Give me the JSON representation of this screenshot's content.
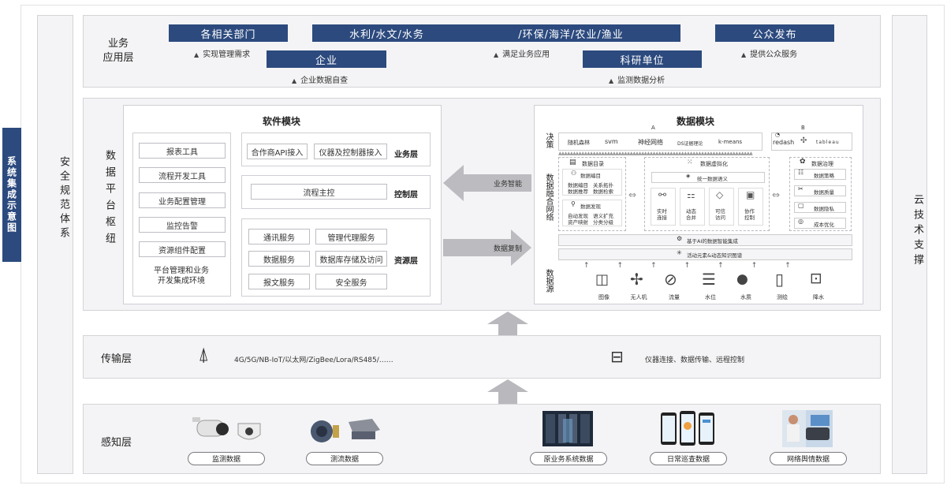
{
  "side_label": "系统集成示意图",
  "left_col": "安全规范体系",
  "right_col": "云技术支撑",
  "business": {
    "title_l1": "业务",
    "title_l2": "应用层",
    "boxes": [
      "各相关部门",
      "水利/水文/水务",
      "/环保/海洋/农业/渔业",
      "公众发布",
      "企业",
      "科研单位"
    ],
    "notes": [
      "实现管理需求",
      "满足业务应用",
      "提供公众服务",
      "企业数据自查",
      "监测数据分析"
    ]
  },
  "platform": {
    "title": "数据平台枢纽",
    "software": {
      "title": "软件模块",
      "tools": [
        "报表工具",
        "流程开发工具",
        "业务配置管理",
        "监控告警",
        "资源组件配置"
      ],
      "tools_footer_l1": "平台管理和业务",
      "tools_footer_l2": "开发集成环境",
      "business_layer": {
        "label": "业务层",
        "items": [
          "合作商API接入",
          "仪器及控制器接入"
        ]
      },
      "control_layer": {
        "label": "控制层",
        "items": [
          "流程主控"
        ]
      },
      "resource_layer": {
        "label": "资源层",
        "items": [
          "通讯服务",
          "管理代理服务",
          "数据服务",
          "数据库存储及访问",
          "报文服务",
          "安全服务"
        ]
      }
    },
    "arrows": {
      "left": "业务智能",
      "right": "数据复制"
    },
    "data": {
      "title": "数据模块",
      "label_a": "A",
      "label_b": "B",
      "decision": "决策",
      "algos": [
        "随机森林",
        "svm",
        "神经网络",
        "DS证据理论",
        "k-means"
      ],
      "tools_b": [
        "redash",
        "tableau"
      ],
      "fusion": "数据融合网络",
      "catalog": {
        "title": "数据目录",
        "sub1": "数据编目",
        "sub1_items": [
          "数据编目",
          "关系拓扑",
          "数据推荐",
          "数据检索"
        ],
        "sub2": "数据发现",
        "sub2_items": [
          "自动发现",
          "语义扩充",
          "资产映射",
          "分类分级"
        ]
      },
      "virtual": {
        "title": "数据虚拟化",
        "semantic": "统一数据语义",
        "items": [
          "实时连接",
          "动态合并",
          "可信访问",
          "协作控制"
        ]
      },
      "governance": {
        "title": "数据治理",
        "items": [
          "数据策略",
          "数据质量",
          "数据隐私",
          "成本优化"
        ]
      },
      "bar1": "基于AI的数据智能集成",
      "bar2": "活动元素&动态知识图谱",
      "source": "数据源",
      "sources": [
        "图像",
        "无人机",
        "流量",
        "水位",
        "水质",
        "测绘",
        "降水"
      ]
    }
  },
  "transport": {
    "title": "传输层",
    "protocols": "4G/5G/NB-IoT/以太网/ZigBee/Lora/RS485/……",
    "desc": "仪器连接、数据传输、远程控制"
  },
  "sense": {
    "title": "感知层",
    "pills": [
      "监测数据",
      "测流数据",
      "原业务系统数据",
      "日常巡查数据",
      "网络舆情数据"
    ]
  }
}
